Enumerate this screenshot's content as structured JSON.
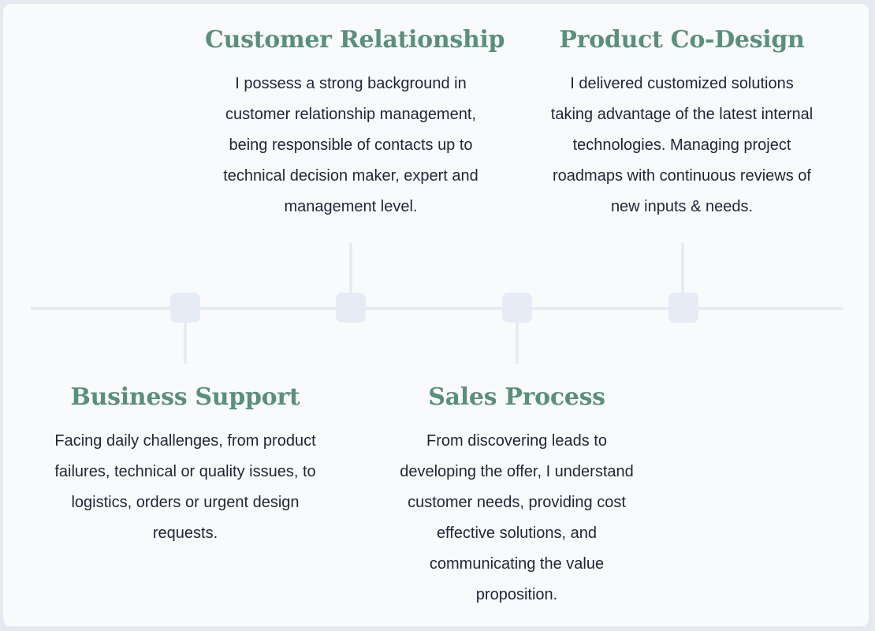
{
  "timeline": {
    "items": [
      {
        "title": "Customer Relationship",
        "text": "I possess a strong background in customer relationship management, being responsible of contacts up to technical decision maker, expert and management level."
      },
      {
        "title": "Product Co-Design",
        "text": "I delivered customized solutions taking advantage of the latest internal technologies. Managing project roadmaps with continuous reviews of new inputs & needs."
      },
      {
        "title": "Business Support",
        "text": "Facing daily challenges, from product failures, technical or quality issues, to logistics, orders or urgent design requests."
      },
      {
        "title": "Sales Process",
        "text": "From discovering leads to developing the offer, I understand customer needs, providing cost effective solutions, and communicating the value proposition."
      }
    ]
  },
  "colors": {
    "title": "#5b8f7d",
    "body_text": "#1f2633",
    "line": "#e8ebf3",
    "node": "#e7ebf6",
    "card": "#f9fafc"
  }
}
